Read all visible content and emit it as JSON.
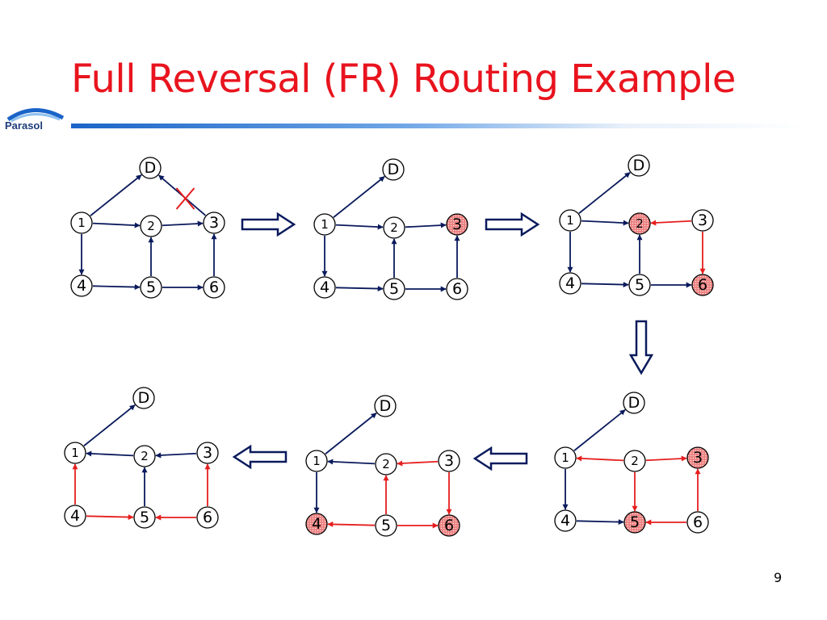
{
  "slide": {
    "title": "Full Reversal (FR) Routing Example",
    "logo_text": "Parasol",
    "page_number": "9"
  },
  "colors": {
    "title": "#e8141e",
    "normal_edge": "#0a1a5c",
    "reversed_edge": "#e61e1e",
    "reversed_node_fill": "#f08c8c",
    "step_arrow": "#0a1a5c"
  },
  "node_labels": [
    "D",
    "1",
    "2",
    "3",
    "4",
    "5",
    "6"
  ],
  "panels": [
    {
      "step": 1,
      "reversed_nodes": [],
      "edges": [
        {
          "from": "1",
          "to": "D",
          "reversed": false
        },
        {
          "from": "3",
          "to": "D",
          "reversed": false,
          "broken": true
        },
        {
          "from": "1",
          "to": "2",
          "reversed": false
        },
        {
          "from": "2",
          "to": "3",
          "reversed": false
        },
        {
          "from": "1",
          "to": "4",
          "reversed": false
        },
        {
          "from": "5",
          "to": "2",
          "reversed": false
        },
        {
          "from": "6",
          "to": "3",
          "reversed": false
        },
        {
          "from": "4",
          "to": "5",
          "reversed": false
        },
        {
          "from": "5",
          "to": "6",
          "reversed": false
        }
      ]
    },
    {
      "step": 2,
      "reversed_nodes": [
        "3"
      ],
      "edges": [
        {
          "from": "1",
          "to": "D",
          "reversed": false
        },
        {
          "from": "1",
          "to": "2",
          "reversed": false
        },
        {
          "from": "2",
          "to": "3",
          "reversed": false
        },
        {
          "from": "1",
          "to": "4",
          "reversed": false
        },
        {
          "from": "5",
          "to": "2",
          "reversed": false
        },
        {
          "from": "6",
          "to": "3",
          "reversed": false
        },
        {
          "from": "4",
          "to": "5",
          "reversed": false
        },
        {
          "from": "5",
          "to": "6",
          "reversed": false
        }
      ]
    },
    {
      "step": 3,
      "reversed_nodes": [
        "2",
        "6"
      ],
      "edges": [
        {
          "from": "1",
          "to": "D",
          "reversed": false
        },
        {
          "from": "1",
          "to": "2",
          "reversed": false
        },
        {
          "from": "3",
          "to": "2",
          "reversed": true
        },
        {
          "from": "1",
          "to": "4",
          "reversed": false
        },
        {
          "from": "5",
          "to": "2",
          "reversed": false
        },
        {
          "from": "3",
          "to": "6",
          "reversed": true
        },
        {
          "from": "4",
          "to": "5",
          "reversed": false
        },
        {
          "from": "5",
          "to": "6",
          "reversed": false
        }
      ]
    },
    {
      "step": 4,
      "reversed_nodes": [
        "3",
        "5"
      ],
      "edges": [
        {
          "from": "1",
          "to": "D",
          "reversed": false
        },
        {
          "from": "2",
          "to": "1",
          "reversed": true
        },
        {
          "from": "2",
          "to": "3",
          "reversed": true
        },
        {
          "from": "1",
          "to": "4",
          "reversed": false
        },
        {
          "from": "2",
          "to": "5",
          "reversed": true
        },
        {
          "from": "6",
          "to": "3",
          "reversed": true
        },
        {
          "from": "4",
          "to": "5",
          "reversed": false
        },
        {
          "from": "6",
          "to": "5",
          "reversed": true
        }
      ]
    },
    {
      "step": 5,
      "reversed_nodes": [
        "4",
        "6"
      ],
      "edges": [
        {
          "from": "1",
          "to": "D",
          "reversed": false
        },
        {
          "from": "2",
          "to": "1",
          "reversed": false
        },
        {
          "from": "3",
          "to": "2",
          "reversed": true
        },
        {
          "from": "1",
          "to": "4",
          "reversed": false
        },
        {
          "from": "5",
          "to": "2",
          "reversed": true
        },
        {
          "from": "3",
          "to": "6",
          "reversed": true
        },
        {
          "from": "5",
          "to": "4",
          "reversed": true
        },
        {
          "from": "5",
          "to": "6",
          "reversed": true
        }
      ]
    },
    {
      "step": 6,
      "reversed_nodes": [],
      "edges": [
        {
          "from": "1",
          "to": "D",
          "reversed": false
        },
        {
          "from": "2",
          "to": "1",
          "reversed": false
        },
        {
          "from": "3",
          "to": "2",
          "reversed": false
        },
        {
          "from": "4",
          "to": "1",
          "reversed": true
        },
        {
          "from": "5",
          "to": "2",
          "reversed": false
        },
        {
          "from": "6",
          "to": "3",
          "reversed": true
        },
        {
          "from": "4",
          "to": "5",
          "reversed": true
        },
        {
          "from": "6",
          "to": "5",
          "reversed": true
        }
      ]
    }
  ],
  "step_arrows": [
    {
      "from_step": 1,
      "to_step": 2,
      "direction": "right"
    },
    {
      "from_step": 2,
      "to_step": 3,
      "direction": "right"
    },
    {
      "from_step": 3,
      "to_step": 4,
      "direction": "down"
    },
    {
      "from_step": 4,
      "to_step": 5,
      "direction": "left"
    },
    {
      "from_step": 5,
      "to_step": 6,
      "direction": "left"
    }
  ]
}
